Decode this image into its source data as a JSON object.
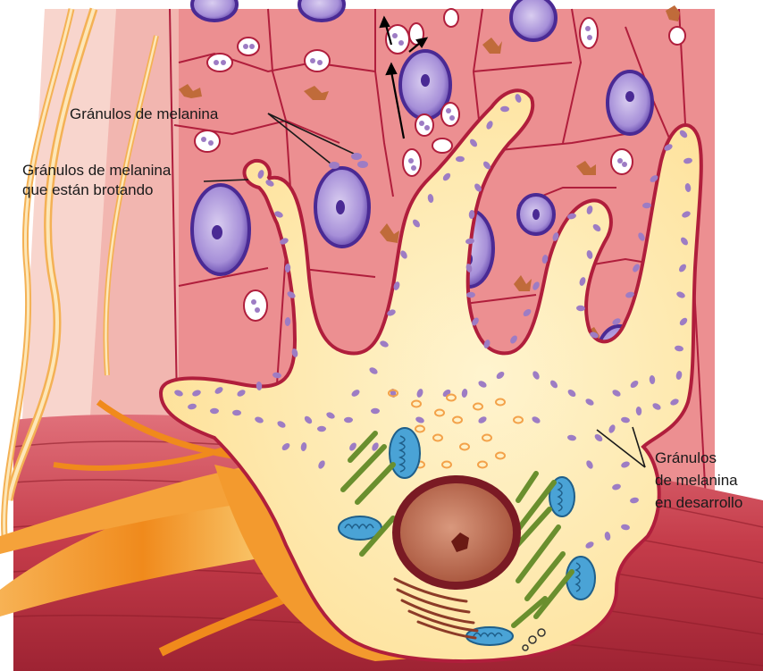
{
  "labels": {
    "granules": "Gránulos de melanina",
    "budding_line1": "Gránulos de melanina",
    "budding_line2": "que están brotando",
    "developing_line1": "Gránulos",
    "developing_line2": "de melanina",
    "developing_line3": "en desarrollo"
  },
  "colors": {
    "epidermis": "#e8878b",
    "cell_border": "#b01e3c",
    "nucleus": "#7a64b8",
    "melanocyte_body": "#fde9ad",
    "melanocyte_outline": "#b01e3c",
    "granule": "#9d7cc4",
    "mitochondria": "#4aa3d6",
    "golgi": "#6a8f2e",
    "muscle": "#c74450",
    "axon": "#f39a2e"
  }
}
